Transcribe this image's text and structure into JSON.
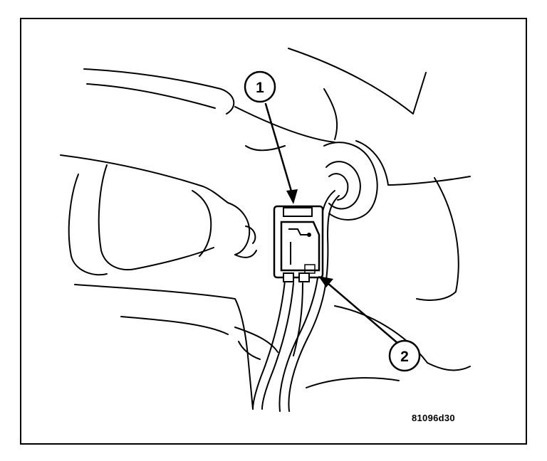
{
  "figure": {
    "callouts": [
      {
        "number": "1"
      },
      {
        "number": "2"
      }
    ],
    "figure_id": "81096d30"
  }
}
